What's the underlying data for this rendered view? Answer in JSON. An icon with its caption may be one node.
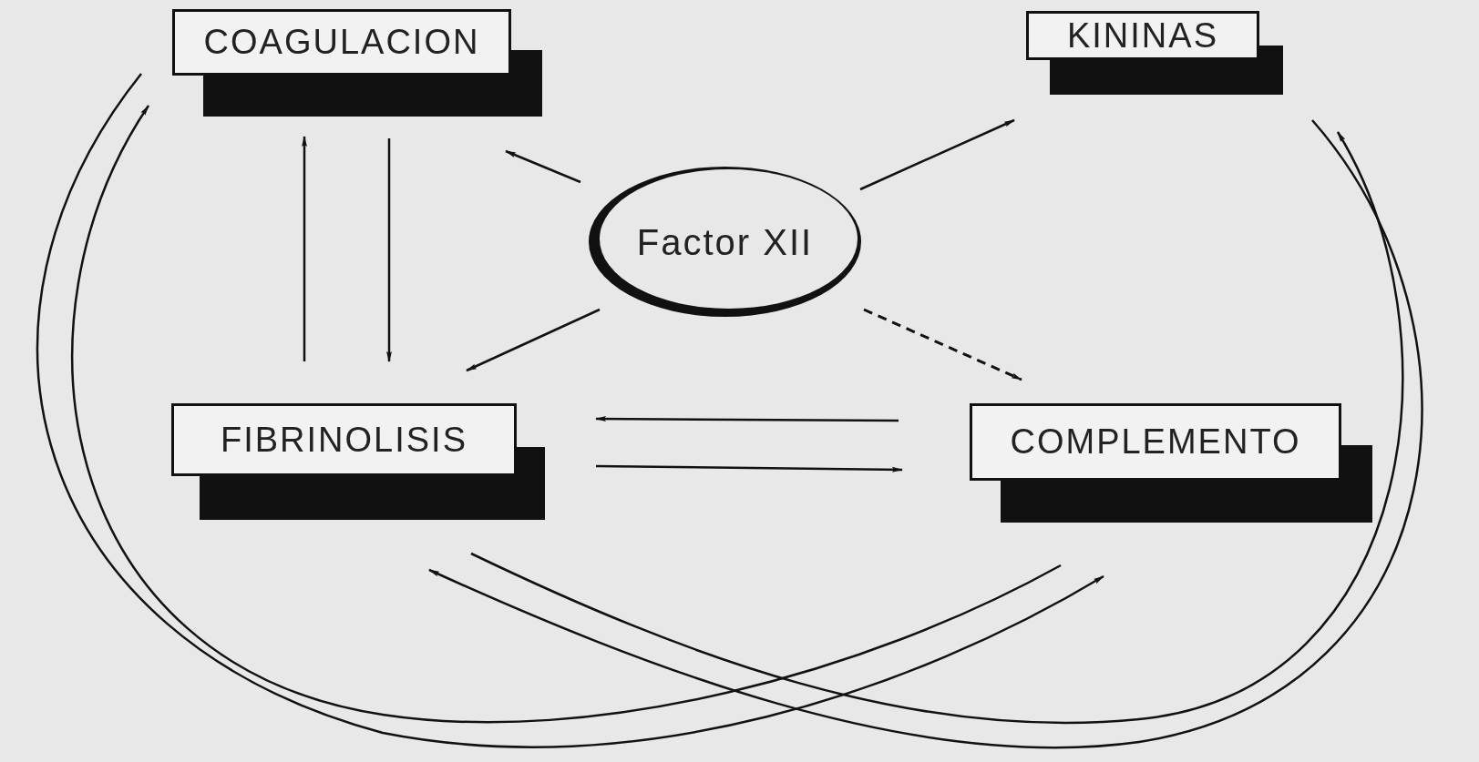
{
  "diagram": {
    "nodes": [
      {
        "text": [
          "COAGULACION"
        ]
      },
      {
        "text": [
          "KININAS"
        ]
      },
      {
        "text": [
          "Factor XII"
        ]
      },
      {
        "text": [
          "FIBRINOLISIS"
        ]
      },
      {
        "text": [
          "COMPLEMENTO"
        ]
      }
    ],
    "edges": [
      {
        "from": 2,
        "to": 0,
        "arrow": "to"
      },
      {
        "from": 2,
        "to": 1,
        "arrow": "to"
      },
      {
        "from": 2,
        "to": 3,
        "arrow": "to"
      },
      {
        "from": 2,
        "to": 4,
        "arrow": "to",
        "style": "dashed"
      },
      {
        "from": 3,
        "to": 0,
        "arrow": "to"
      },
      {
        "from": 0,
        "to": 3,
        "arrow": "to"
      },
      {
        "from": 4,
        "to": 3,
        "arrow": "to"
      },
      {
        "from": 3,
        "to": 4,
        "arrow": "to"
      },
      {
        "from": 0,
        "to": 4,
        "arrow": "to"
      },
      {
        "from": 4,
        "to": 0,
        "arrow": "to"
      },
      {
        "from": 1,
        "to": 3,
        "arrow": "to"
      },
      {
        "from": 3,
        "to": 1,
        "arrow": "to"
      }
    ]
  }
}
